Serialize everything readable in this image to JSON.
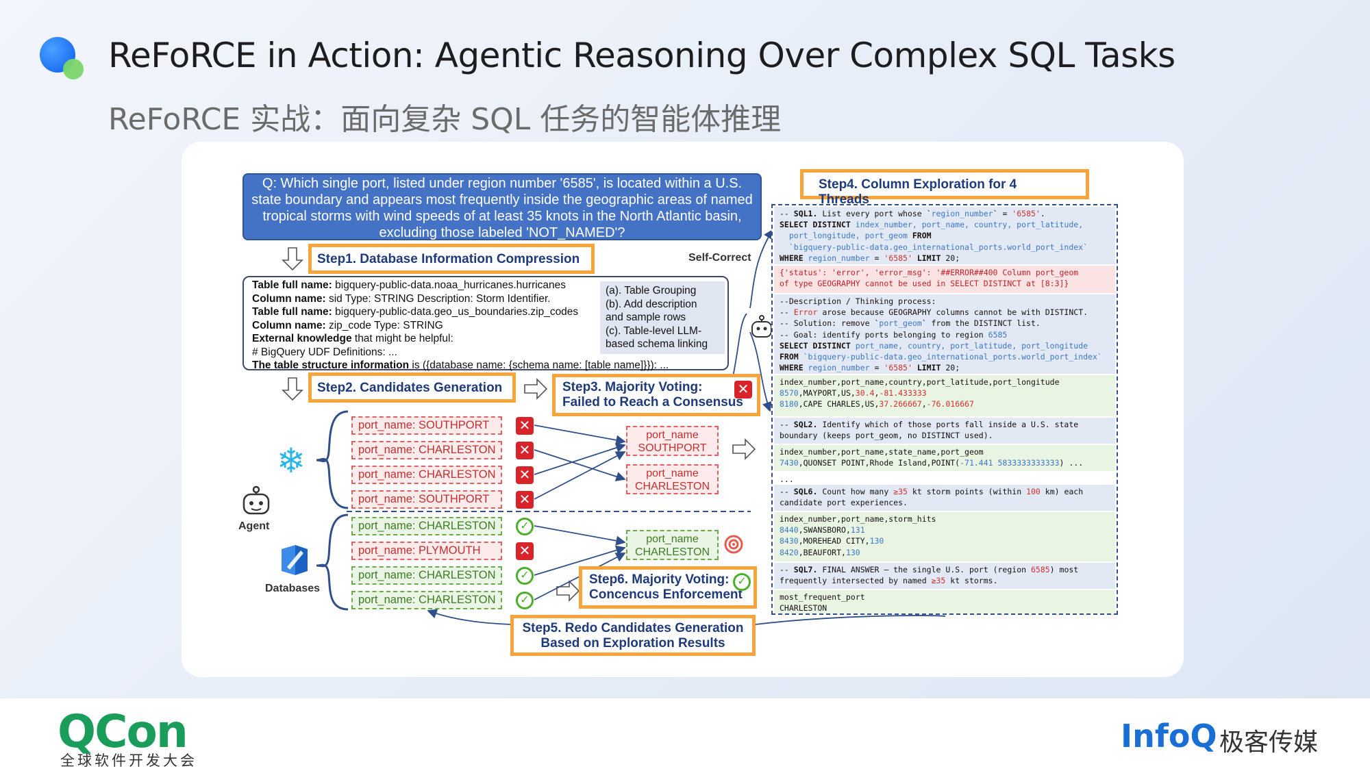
{
  "title": "ReFoRCE in Action: Agentic Reasoning Over Complex SQL Tasks",
  "subtitle": "ReFoRCE 实战：面向复杂 SQL 任务的智能体推理",
  "question": "Q: Which single port, listed under region number '6585', is located within a U.S. state boundary and appears most frequently inside the geographic areas of named tropical storms with wind speeds of at least 35 knots in the North Atlantic basin, excluding those labeled 'NOT_NAMED'?",
  "steps": {
    "step1": "Step1. Database Information Compression",
    "step2": "Step2.  Candidates Generation",
    "step3_a": "Step3. Majority Voting:",
    "step3_b": "Failed to Reach a Consensus",
    "step4": "Step4. Column Exploration for 4 Threads",
    "step5_a": "Step5. Redo Candidates Generation",
    "step5_b": "Based on Exploration Results",
    "step6_a": "Step6. Majority Voting:",
    "step6_b": "Concencus Enforcement"
  },
  "self_correct": "Self-Correct",
  "db_info": {
    "l1_b": "Table full name:",
    "l1": " bigquery-public-data.noaa_hurricanes.hurricanes",
    "l2_b": "Column name:",
    "l2": " sid Type: STRING Description: Storm Identifier.",
    "l3_b": "Table full name:",
    "l3": " bigquery-public-data.geo_us_boundaries.zip_codes",
    "l4_b": "Column name:",
    "l4": " zip_code Type: STRING",
    "l5_b": "External knowledge",
    "l5": " that might be helpful:",
    "l6": "# BigQuery UDF Definitions: ...",
    "l7_b": "The table structure information",
    "l7": " is ({database name: {schema name: [table name]}}): ..."
  },
  "db_methods": [
    "(a). Table Grouping",
    "(b). Add description",
    "and sample rows",
    "(c). Table-level LLM-",
    "based schema linking"
  ],
  "labels": {
    "agent": "Agent",
    "databases": "Databases"
  },
  "candidates_top": [
    "port_name: SOUTHPORT",
    "port_name: CHARLESTON",
    "port_name: CHARLESTON",
    "port_name: SOUTHPORT"
  ],
  "candidates_bottom": [
    "port_name: CHARLESTON",
    "port_name: PLYMOUTH",
    "port_name: CHARLESTON",
    "port_name: CHARLESTON"
  ],
  "vote_top": [
    {
      "a": "port_name",
      "b": "SOUTHPORT"
    },
    {
      "a": "port_name",
      "b": "CHARLESTON"
    }
  ],
  "vote_bottom": {
    "a": "port_name",
    "b": "CHARLESTON"
  },
  "code": {
    "s1_l1a": "-- ",
    "s1_l1b": "SQL1.",
    "s1_l1c": " List every port whose `",
    "s1_l1d": "region_number",
    "s1_l1e": "` = ",
    "s1_l1f": "'6585'",
    "s1_l1g": ".",
    "s1_l2a": "SELECT DISTINCT",
    "s1_l2b": " index_number, port_name, country, port_latitude,",
    "s1_l3": "  port_longitude, port_geom ",
    "s1_l3k": "FROM",
    "s1_l4": "  `bigquery-public-data.geo_international_ports.world_port_index`",
    "s1_l5a": "WHERE",
    "s1_l5b": " region_number",
    "s1_l5c": " = ",
    "s1_l5d": "'6585'",
    "s1_l5e": " LIMIT",
    "s1_l5f": " 20;",
    "err1": "{'status': 'error', 'error_msg': '##ERROR##400 Column port_geom",
    "err2": "of type GEOGRAPHY cannot be used in SELECT DISTINCT at [8:3]}",
    "d1": "--Description / Thinking process:",
    "d2a": "-- ",
    "d2b": "Error",
    "d2c": " arose because GEOGRAPHY columns cannot be with DISTINCT.",
    "d3a": "-- Solution: remove `",
    "d3b": "port_geom",
    "d3c": "` from the DISTINCT list.",
    "d4a": "-- Goal: identify ports belonging to region ",
    "d4b": "6585",
    "d5a": "SELECT DISTINCT",
    "d5b": " port_name, country, port_latitude, port_longitude",
    "d6a": "FROM",
    "d6b": " `bigquery-public-data.geo_international_ports.world_port_index`",
    "d7a": "WHERE",
    "d7b": " region_number",
    "d7c": " = ",
    "d7d": "'6585'",
    "d7e": " LIMIT",
    "d7f": " 20;",
    "r1": "index_number,port_name,country,port_latitude,port_longitude",
    "r2a": "8570",
    "r2b": ",MAYPORT,US,",
    "r2c": "30.4",
    "r2d": ",",
    "r2e": "-81.433333",
    "r3a": "8180",
    "r3b": ",CAPE CHARLES,US,",
    "r3c": "37.266667",
    "r3d": ",",
    "r3e": "-76.016667",
    "q2a": "-- ",
    "q2b": "SQL2.",
    "q2c": " Identify which of those ports fall inside a U.S. state",
    "q2d": "boundary (keeps port_geom, no DISTINCT used).",
    "r4": "index_number,port_name,state_name,port_geom",
    "r5a": "7430",
    "r5b": ",QUONSET POINT,Rhode Island,POINT(",
    "r5c": "-71.441 5833333333333",
    "r5d": ") ...",
    "r6": "...",
    "q6a": "-- ",
    "q6b": "SQL6.",
    "q6c": " Count how many ",
    "q6d": "≥35",
    "q6e": " kt storm points (within ",
    "q6f": "100",
    "q6g": " km) each",
    "q6h": "candidate port experiences.",
    "r7": "index_number,port_name,storm_hits",
    "r8a": "8440",
    "r8b": ",SWANSBORO,",
    "r8c": "131",
    "r9a": "8430",
    "r9b": ",MOREHEAD CITY,",
    "r9c": "130",
    "r10a": "8420",
    "r10b": ",BEAUFORT,",
    "r10c": "130",
    "q7a": "-- ",
    "q7b": "SQL7.",
    "q7c": " FINAL ANSWER – the single U.S. port (region ",
    "q7d": "6585",
    "q7e": ") most",
    "q7f": "frequently intersected by named ",
    "q7g": "≥35",
    "q7h": " kt storms.",
    "r11": "most_frequent_port",
    "r12": "CHARLESTON"
  },
  "footer": {
    "qcon": "QCon",
    "qcon_sub": "全球软件开发大会",
    "infoq": "InfoQ",
    "jike": "极客传媒"
  },
  "colors": {
    "accent_orange": "#f7a43b",
    "question_blue": "#4472c4",
    "error_red": "#d9232a",
    "ok_green": "#4caf2a",
    "brand_green": "#1a9d5a",
    "brand_blue": "#1a6fd6"
  },
  "icons": [
    "snowflake-icon",
    "bigquery-icon",
    "robot-icon",
    "target-icon",
    "check-icon",
    "cross-icon",
    "arrow-icon"
  ]
}
